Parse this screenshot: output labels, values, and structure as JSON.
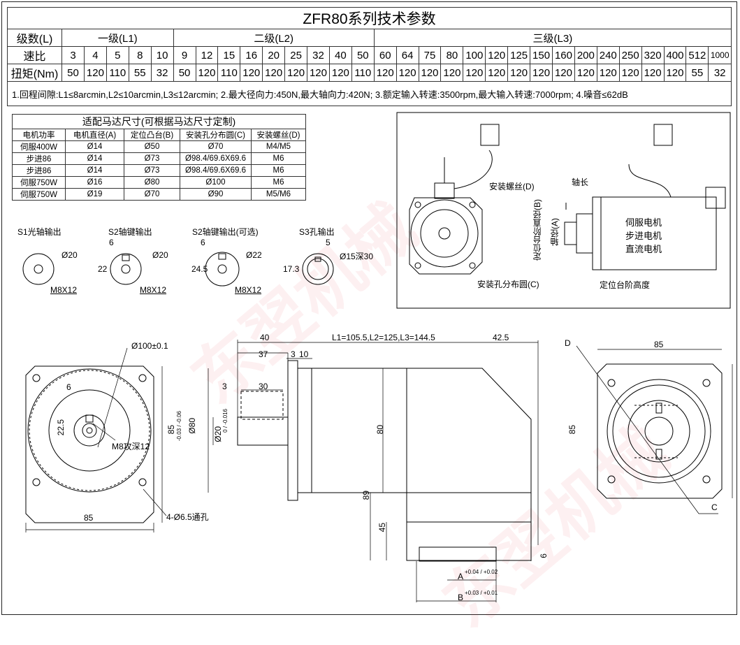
{
  "spec_table": {
    "title": "ZFR80系列技术参数",
    "level_header": "级数(L)",
    "level_groups": [
      "一级(L1)",
      "二级(L2)",
      "三级(L3)"
    ],
    "ratio_header": "速比",
    "ratios": [
      "3",
      "4",
      "5",
      "8",
      "10",
      "9",
      "12",
      "15",
      "16",
      "20",
      "25",
      "32",
      "40",
      "50",
      "60",
      "64",
      "75",
      "80",
      "100",
      "120",
      "125",
      "150",
      "160",
      "200",
      "240",
      "250",
      "320",
      "400",
      "512",
      "1000"
    ],
    "torque_header": "扭矩(Nm)",
    "torques": [
      "50",
      "120",
      "110",
      "55",
      "32",
      "50",
      "120",
      "110",
      "120",
      "120",
      "120",
      "120",
      "120",
      "110",
      "120",
      "120",
      "120",
      "120",
      "120",
      "120",
      "120",
      "120",
      "120",
      "120",
      "120",
      "120",
      "120",
      "120",
      "55",
      "32"
    ],
    "note": "1.回程间隙:L1≤8arcmin,L2≤10arcmin,L3≤12arcmin; 2.最大径向力:450N,最大轴向力:420N; 3.额定输入转速:3500rpm,最大输入转速:7000rpm; 4.噪音≤62dB"
  },
  "motor_table": {
    "title": "适配马达尺寸(可根据马达尺寸定制)",
    "headers": [
      "电机功率",
      "电机直径(A)",
      "定位凸台(B)",
      "安装孔分布圆(C)",
      "安装螺丝(D)"
    ],
    "rows": [
      [
        "伺服400W",
        "Ø14",
        "Ø50",
        "Ø70",
        "M4/M5"
      ],
      [
        "步进86",
        "Ø14",
        "Ø73",
        "Ø98.4/69.6X69.6",
        "M6"
      ],
      [
        "步进86",
        "Ø14",
        "Ø73",
        "Ø98.4/69.6X69.6",
        "M6"
      ],
      [
        "伺服750W",
        "Ø16",
        "Ø80",
        "Ø100",
        "M6"
      ],
      [
        "伺服750W",
        "Ø19",
        "Ø70",
        "Ø90",
        "M5/M6"
      ]
    ]
  },
  "shaft_options": {
    "s1_title": "S1光轴输出",
    "s1_dia": "Ø20",
    "s1_tap": "M8X12",
    "s2_title": "S2轴键输出",
    "s2_key": "6",
    "s2_h": "22",
    "s2_dia": "Ø20",
    "s2_tap": "M8X12",
    "s2b_title": "S2轴键输出(可选)",
    "s2b_key": "6",
    "s2b_h": "24.5",
    "s2b_dia": "Ø22",
    "s2b_tap": "M8X12",
    "s3_title": "S3孔输出",
    "s3_key": "5",
    "s3_h": "17.3",
    "s3_hole": "Ø15深30"
  },
  "motor_diagram": {
    "screw": "安装螺丝(D)",
    "shaft_len": "轴长",
    "boss_dia": "定位台阶直径(B)",
    "shaft_dia": "轴径(A)",
    "types": [
      "伺服电机",
      "步进电机",
      "直流电机"
    ],
    "pcd": "安装孔分布圆(C)",
    "boss_h": "定位台阶高度"
  },
  "main_drawing": {
    "flange_pcd": "Ø100±0.1",
    "key_w": "6",
    "key_h": "22.5",
    "center_tap": "M8攻深12",
    "size_85": "85",
    "holes": "4-Ø6.5通孔",
    "dim_40": "40",
    "dim_37": "37",
    "dim_3": "3",
    "dim_10": "10",
    "dim_L": "L1=105.5,L2=125,L3=144.5",
    "dim_42_5": "42.5",
    "dim_3b": "3",
    "dim_30": "30",
    "dim_80_main": "Ø80",
    "dim_80_tol": "-0.03 / -0.06",
    "dim_20_main": "Ø20",
    "dim_20_tol": "0 / -0.016",
    "dim_80": "80",
    "dim_89": "89",
    "dim_45": "45",
    "dim_6": "6",
    "dim_A": "A",
    "dim_A_tol": "+0.04 / +0.02",
    "dim_B": "B",
    "dim_B_tol": "+0.03 / +0.01",
    "label_D": "D",
    "label_C": "C"
  },
  "watermark": "东翌机械"
}
